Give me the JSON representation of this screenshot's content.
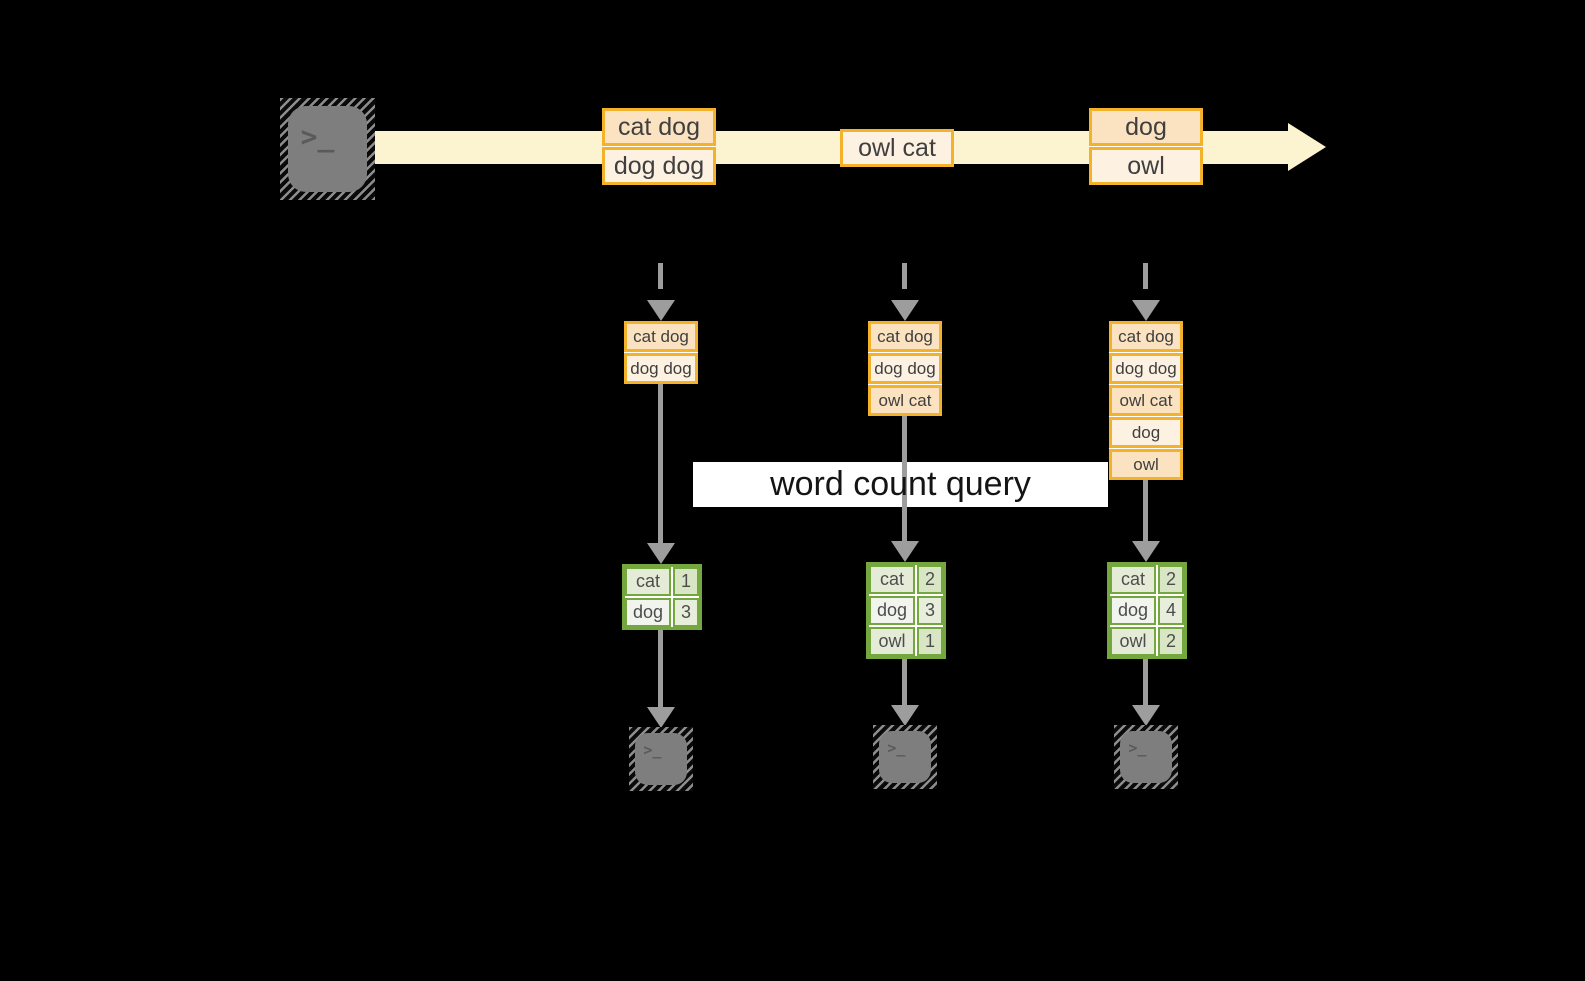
{
  "colors": {
    "background": "#000000",
    "stream_band": "#fcf4d0",
    "box_border": "#f3b229",
    "box_fill_dark": "#fbe2c0",
    "box_fill_light": "#fdf2e2",
    "table_border": "#74a83e",
    "table_fill_dark": "#d9e6c6",
    "table_fill_light": "#f1f5ed",
    "arrow_gray": "#9d9d9d",
    "terminal_gray": "#7e7e7e",
    "query_band_bg": "#ffffff"
  },
  "source_terminal": {
    "glyph": ">_"
  },
  "stream": {
    "messages": [
      {
        "rows": [
          "cat dog",
          "dog dog"
        ]
      },
      {
        "rows": [
          "owl cat"
        ]
      },
      {
        "rows": [
          "dog",
          "owl"
        ]
      }
    ]
  },
  "query_label": "word count query",
  "tasks": [
    {
      "buffer": [
        "cat dog",
        "dog dog"
      ],
      "counts": [
        {
          "word": "cat",
          "count": "1"
        },
        {
          "word": "dog",
          "count": "3"
        }
      ],
      "sink_glyph": ">_"
    },
    {
      "buffer": [
        "cat dog",
        "dog dog",
        "owl cat"
      ],
      "counts": [
        {
          "word": "cat",
          "count": "2"
        },
        {
          "word": "dog",
          "count": "3"
        },
        {
          "word": "owl",
          "count": "1"
        }
      ],
      "sink_glyph": ">_"
    },
    {
      "buffer": [
        "cat dog",
        "dog dog",
        "owl cat",
        "dog",
        "owl"
      ],
      "counts": [
        {
          "word": "cat",
          "count": "2"
        },
        {
          "word": "dog",
          "count": "4"
        },
        {
          "word": "owl",
          "count": "2"
        }
      ],
      "sink_glyph": ">_"
    }
  ]
}
